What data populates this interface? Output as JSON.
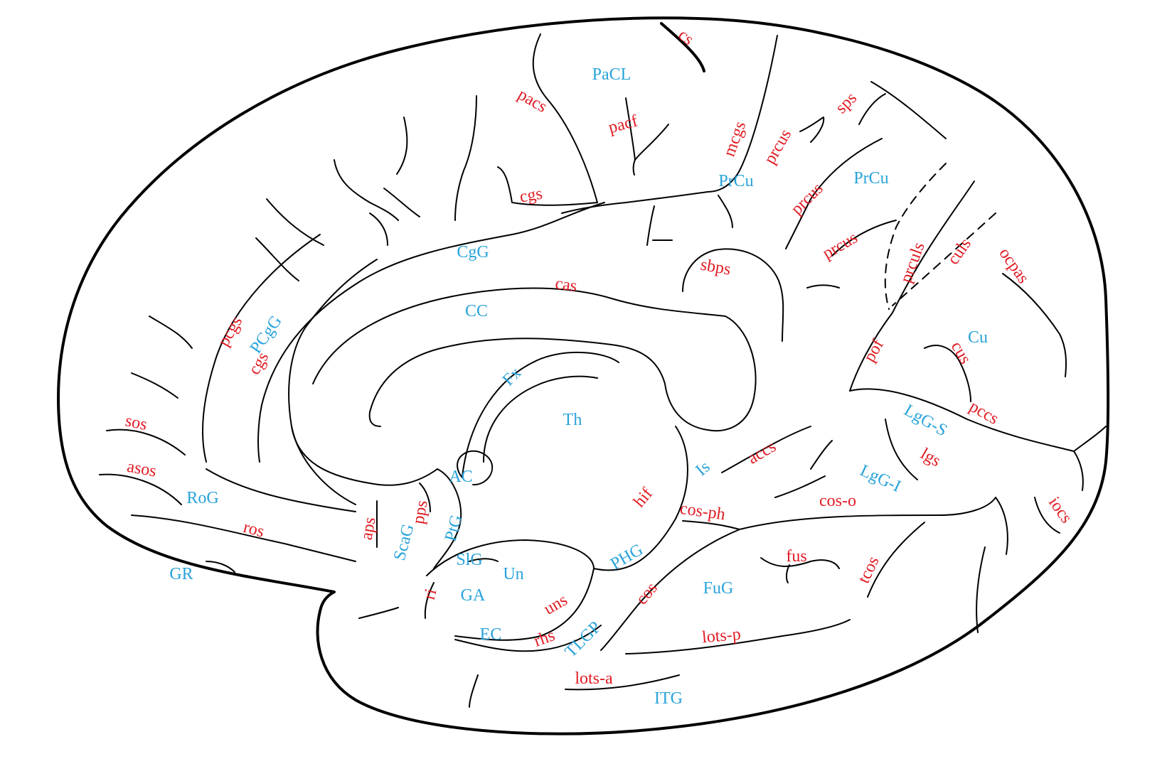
{
  "colors": {
    "region": "#29a3d9",
    "sulcus": "#e01c24",
    "line": "#000000"
  },
  "regions": {
    "PaCL": "PaCL",
    "PrCu_1": "PrCu",
    "PrCu_2": "PrCu",
    "CgG": "CgG",
    "CC": "CC",
    "PCgG": "PCgG",
    "Th": "Th",
    "Fx": "Fx",
    "AC": "AC",
    "RoG": "RoG",
    "ScaG": "ScaG",
    "PtG": "PtG",
    "SlG": "SlG",
    "Un": "Un",
    "GA": "GA",
    "EC": "EC",
    "GR": "GR",
    "PHG": "PHG",
    "TLGP": "TLGP",
    "Is": "Is",
    "FuG": "FuG",
    "ITG": "ITG",
    "LgG_S": "LgG-S",
    "LgG_I": "LgG-I",
    "Cu": "Cu"
  },
  "sulci": {
    "cs": "cs",
    "pacs": "pacs",
    "pacf": "pacf",
    "mcgs": "mcgs",
    "prcus_1": "prcus",
    "sps": "sps",
    "cgs_1": "cgs",
    "prcus_2": "prcus",
    "prcus_3": "prcus",
    "sbps": "sbps",
    "prculs": "prculs",
    "culs": "culs",
    "ocpas": "ocpas",
    "cas": "cas",
    "pcgs": "pcgs",
    "cgs_2": "cgs",
    "pof": "pof",
    "cus": "cus",
    "sos": "sos",
    "accs": "accs",
    "pccs": "pccs",
    "asos": "asos",
    "lgs": "lgs",
    "hif": "hif",
    "cos_ph": "cos-ph",
    "cos_o": "cos-o",
    "iocs": "iocs",
    "ros": "ros",
    "aps": "aps",
    "pps": "pps",
    "fus": "fus",
    "tcos": "tcos",
    "uns": "uns",
    "ri": "ri",
    "cos": "cos",
    "rhs": "rhs",
    "lots_p": "lots-p",
    "lots_a": "lots-a"
  }
}
